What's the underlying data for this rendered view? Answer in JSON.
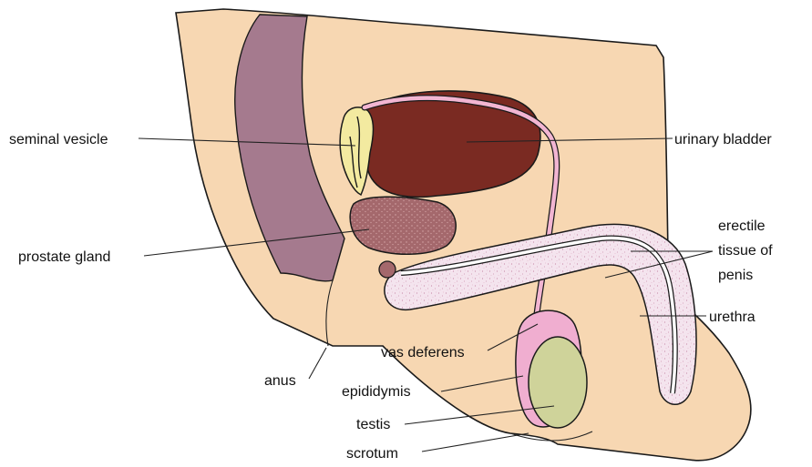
{
  "colors": {
    "skin": "#f7d7b2",
    "buttock_shadow": "#a57a8e",
    "bladder": "#7a2a22",
    "seminal_vesicle": "#f3eaa0",
    "prostate": "#a4686c",
    "duct": "#f2b5d2",
    "erectile_tissue": "#f4e4ee",
    "epididymis": "#f0aed0",
    "testis": "#cfd39a"
  },
  "labels": {
    "seminal_vesicle": "seminal vesicle",
    "prostate_gland": "prostate gland",
    "anus": "anus",
    "urinary_bladder": "urinary bladder",
    "erectile_tissue_line1": "erectile",
    "erectile_tissue_line2": "tissue of",
    "erectile_tissue_line3": "penis",
    "urethra": "urethra",
    "vas_deferens": "vas deferens",
    "epididymis": "epididymis",
    "testis": "testis",
    "scrotum": "scrotum"
  }
}
